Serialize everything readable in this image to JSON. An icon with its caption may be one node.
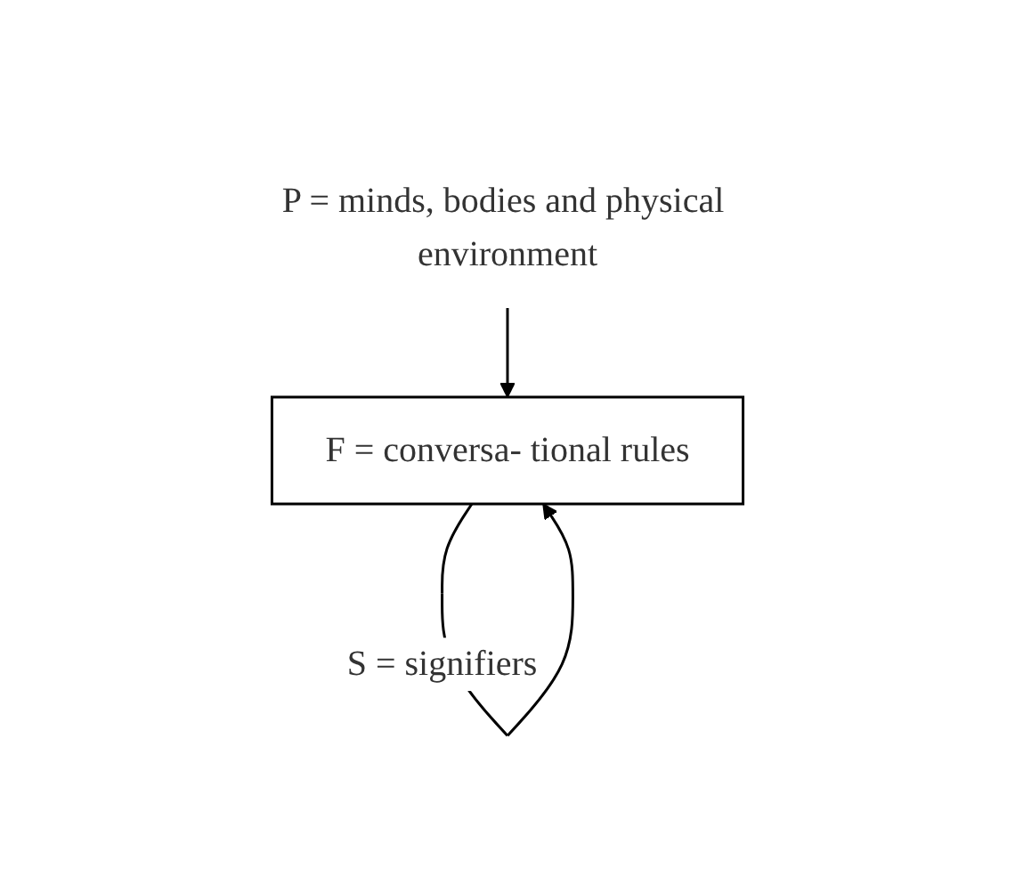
{
  "diagram": {
    "nodes": [
      {
        "text": [
          "P = minds, bodies and physical environment"
        ]
      },
      {
        "text": [
          "F = conversa- tional rules"
        ]
      }
    ],
    "edges": [
      {
        "from": 0,
        "to": 1,
        "arrow": "to"
      },
      {
        "from": 1,
        "to": 1,
        "arrow": "to",
        "label": "S = signifiers"
      }
    ]
  }
}
